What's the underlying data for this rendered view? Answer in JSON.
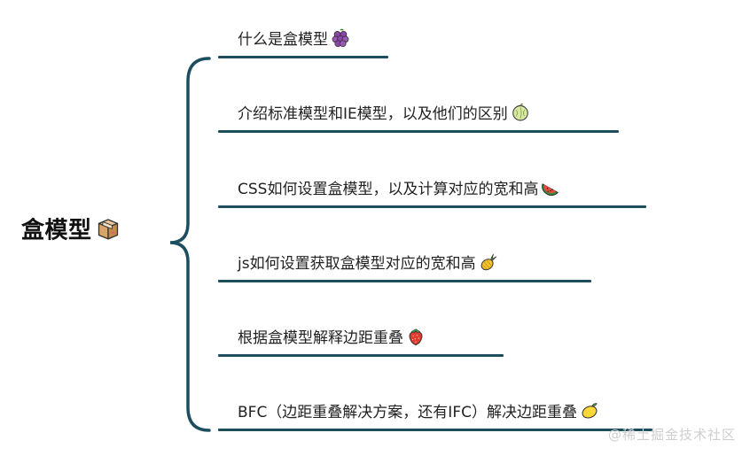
{
  "root": {
    "label": "盒模型",
    "icon": "package-icon"
  },
  "branches": [
    {
      "text": "什么是盒模型",
      "icon": "grapes-icon"
    },
    {
      "text": "介绍标准模型和IE模型，以及他们的区别",
      "icon": "melon-icon"
    },
    {
      "text": "CSS如何设置盒模型，以及计算对应的宽和高",
      "icon": "watermelon-icon"
    },
    {
      "text": "js如何设置获取盒模型对应的宽和高",
      "icon": "pineapple-icon"
    },
    {
      "text": "根据盒模型解释边距重叠",
      "icon": "strawberry-icon"
    },
    {
      "text": "BFC（边距重叠解决方案，还有IFC）解决边距重叠",
      "icon": "lemon-icon"
    }
  ],
  "colors": {
    "connector": "#1d4e5f",
    "text": "#222222",
    "watermark": "#cfcfcf"
  },
  "watermark": "@稀土掘金技术社区"
}
